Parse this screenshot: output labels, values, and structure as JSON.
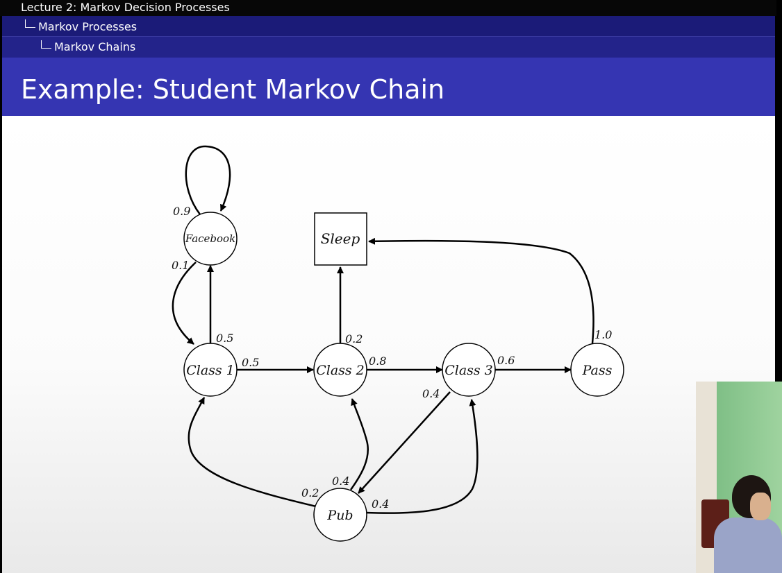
{
  "header": {
    "lecture": "Lecture 2: Markov Decision Processes",
    "section": "Markov Processes",
    "subsection": "Markov Chains"
  },
  "slide": {
    "title": "Example: Student Markov Chain"
  },
  "diagram": {
    "nodes": [
      {
        "id": "facebook",
        "label": "Facebook"
      },
      {
        "id": "sleep",
        "label": "Sleep"
      },
      {
        "id": "class1",
        "label": "Class 1"
      },
      {
        "id": "class2",
        "label": "Class 2"
      },
      {
        "id": "class3",
        "label": "Class 3"
      },
      {
        "id": "pass",
        "label": "Pass"
      },
      {
        "id": "pub",
        "label": "Pub"
      }
    ],
    "edges": [
      {
        "from": "facebook",
        "to": "facebook",
        "prob": "0.9"
      },
      {
        "from": "facebook",
        "to": "class1",
        "prob": "0.1"
      },
      {
        "from": "class1",
        "to": "facebook",
        "prob": "0.5"
      },
      {
        "from": "class1",
        "to": "class2",
        "prob": "0.5"
      },
      {
        "from": "class2",
        "to": "sleep",
        "prob": "0.2"
      },
      {
        "from": "class2",
        "to": "class3",
        "prob": "0.8"
      },
      {
        "from": "class3",
        "to": "pass",
        "prob": "0.6"
      },
      {
        "from": "class3",
        "to": "pub",
        "prob": "0.4"
      },
      {
        "from": "pass",
        "to": "sleep",
        "prob": "1.0"
      },
      {
        "from": "pub",
        "to": "class1",
        "prob": "0.2"
      },
      {
        "from": "pub",
        "to": "class2",
        "prob": "0.4"
      },
      {
        "from": "pub",
        "to": "class3",
        "prob": "0.4"
      }
    ]
  }
}
